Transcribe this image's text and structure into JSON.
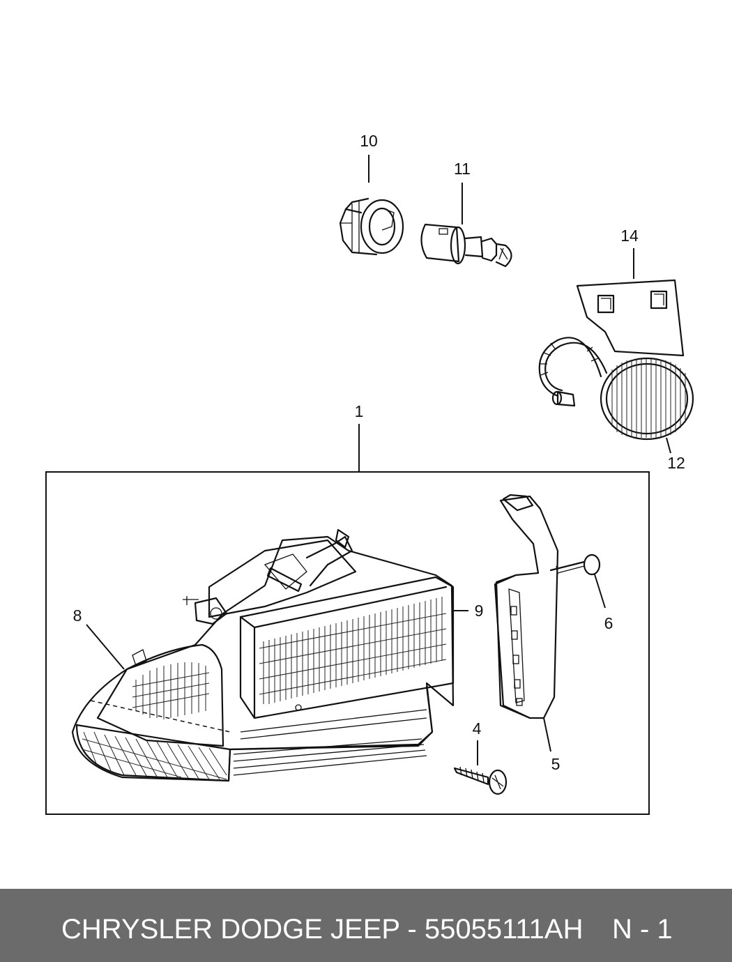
{
  "callouts": {
    "c1": "1",
    "c4": "4",
    "c5": "5",
    "c6": "6",
    "c8": "8",
    "c9": "9",
    "c10": "10",
    "c11": "11",
    "c12": "12",
    "c14": "14"
  },
  "footer": {
    "title": "CHRYSLER DODGE JEEP - 55055111AH",
    "page": "N - 1",
    "background": "#6b6b6b",
    "text_color": "#ffffff"
  }
}
